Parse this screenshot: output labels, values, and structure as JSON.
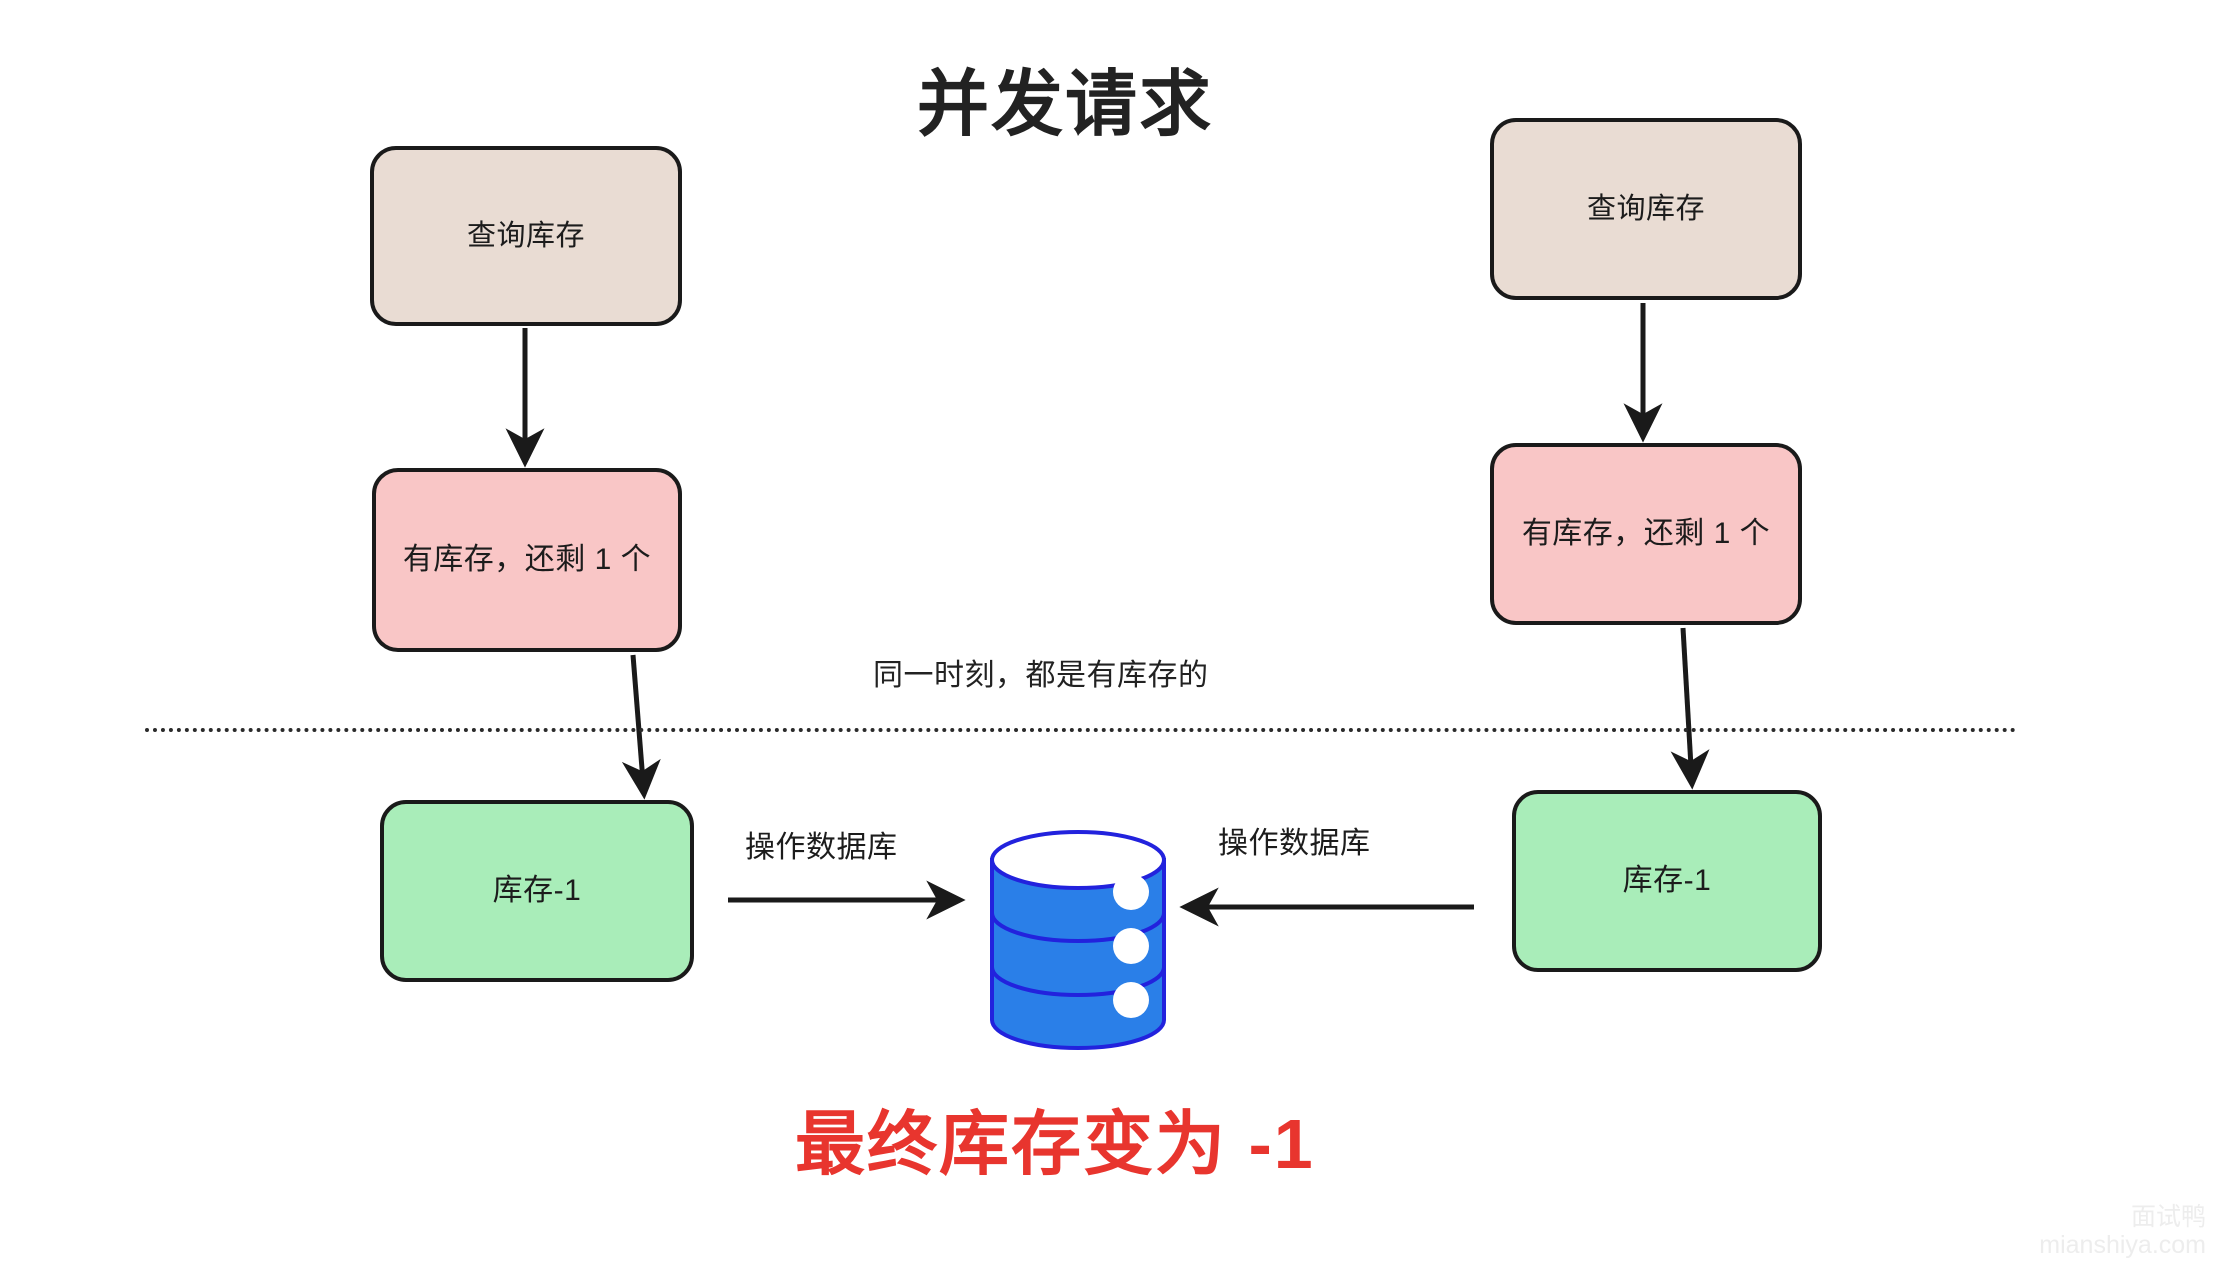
{
  "title": "并发请求",
  "colors": {
    "box_beige": "#e9dcd3",
    "box_pink": "#f9c6c6",
    "box_green": "#a9edb9",
    "stroke": "#1a1a1a",
    "database_fill": "#2a7fe8",
    "database_stroke": "#2222dd",
    "conclusion_red": "#e8352e",
    "divider": "#2b2b2b",
    "background": "#ffffff"
  },
  "left_flow": {
    "query_label": "查询库存",
    "stock_label": "有库存，还剩 1 个",
    "decrement_label": "库存-1",
    "operation_label": "操作数据库"
  },
  "right_flow": {
    "query_label": "查询库存",
    "stock_label": "有库存，还剩 1 个",
    "decrement_label": "库存-1",
    "operation_label": "操作数据库"
  },
  "middle_note": "同一时刻，都是有库存的",
  "database": {
    "icon_name": "database-cylinder-icon",
    "segments": 3
  },
  "conclusion": "最终库存变为 -1",
  "watermark": {
    "brand": "面试鸭",
    "url": "mianshiya.com"
  }
}
